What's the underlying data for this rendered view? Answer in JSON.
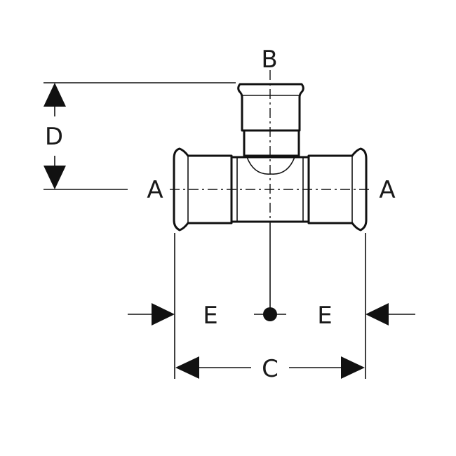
{
  "diagram": {
    "labels": {
      "a_left": "A",
      "a_right": "A",
      "b": "B",
      "c": "C",
      "d": "D",
      "e_left": "E",
      "e_right": "E"
    },
    "colors": {
      "line": "#111111",
      "background": "#ffffff"
    }
  }
}
